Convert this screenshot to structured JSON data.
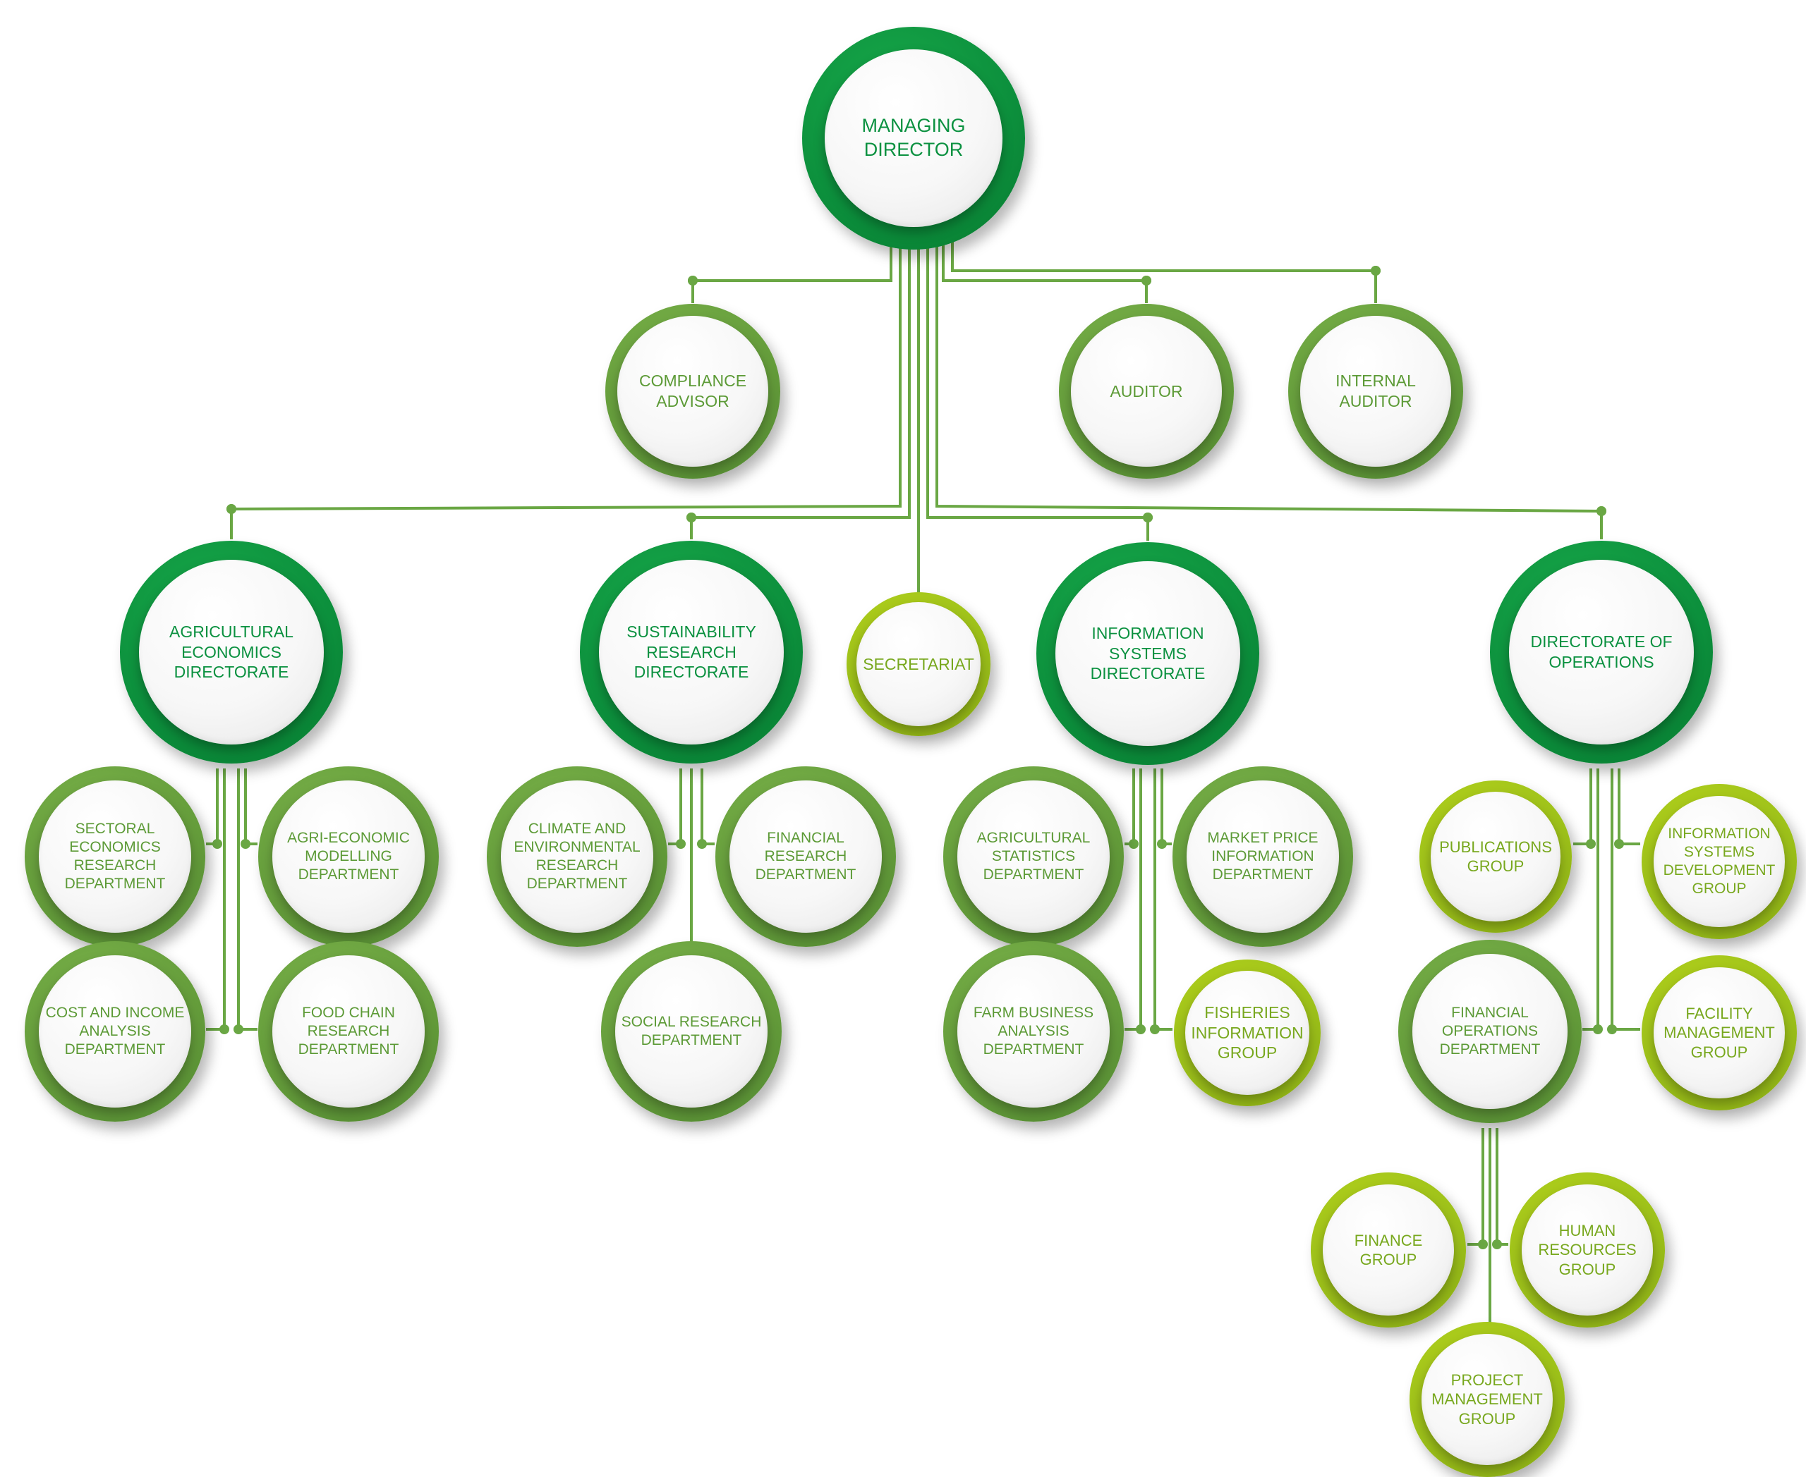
{
  "colors": {
    "line": "#6aa744",
    "dark_green": "#0c8f3c",
    "mid_green": "#659d3b",
    "light_green": "#9dc11a"
  },
  "nodes": [
    {
      "id": "managing-director",
      "label": "MANAGING DIRECTOR",
      "tone": "dark"
    },
    {
      "id": "compliance-advisor",
      "label": "COMPLIANCE ADVISOR",
      "tone": "mid"
    },
    {
      "id": "auditor",
      "label": "AUDITOR",
      "tone": "mid"
    },
    {
      "id": "internal-auditor",
      "label": "INTERNAL AUDITOR",
      "tone": "mid"
    },
    {
      "id": "agricultural-economics-directorate",
      "label": "AGRICULTURAL ECONOMICS DIRECTORATE",
      "tone": "dark"
    },
    {
      "id": "sustainability-research-directorate",
      "label": "SUSTAINABILITY RESEARCH DIRECTORATE",
      "tone": "dark"
    },
    {
      "id": "secretariat",
      "label": "SECRETARIAT",
      "tone": "light"
    },
    {
      "id": "information-systems-directorate",
      "label": "INFORMATION SYSTEMS DIRECTORATE",
      "tone": "dark"
    },
    {
      "id": "directorate-of-operations",
      "label": "DIRECTORATE OF OPERATIONS",
      "tone": "dark"
    },
    {
      "id": "sectoral-economics-research-department",
      "label": "SECTORAL ECONOMICS RESEARCH DEPARTMENT",
      "tone": "mid"
    },
    {
      "id": "agri-economic-modelling-department",
      "label": "AGRI-ECONOMIC MODELLING DEPARTMENT",
      "tone": "mid"
    },
    {
      "id": "cost-and-income-analysis-department",
      "label": "COST AND INCOME ANALYSIS DEPARTMENT",
      "tone": "mid"
    },
    {
      "id": "food-chain-research-department",
      "label": "FOOD CHAIN RESEARCH DEPARTMENT",
      "tone": "mid"
    },
    {
      "id": "climate-and-environmental-research-department",
      "label": "CLIMATE AND ENVIRONMENTAL RESEARCH DEPARTMENT",
      "tone": "mid"
    },
    {
      "id": "financial-research-department",
      "label": "FINANCIAL RESEARCH DEPARTMENT",
      "tone": "mid"
    },
    {
      "id": "social-research-department",
      "label": "SOCIAL RESEARCH DEPARTMENT",
      "tone": "mid"
    },
    {
      "id": "agricultural-statistics-department",
      "label": "AGRICULTURAL STATISTICS DEPARTMENT",
      "tone": "mid"
    },
    {
      "id": "market-price-information-department",
      "label": "MARKET PRICE INFORMATION DEPARTMENT",
      "tone": "mid"
    },
    {
      "id": "farm-business-analysis-department",
      "label": "FARM BUSINESS ANALYSIS DEPARTMENT",
      "tone": "mid"
    },
    {
      "id": "fisheries-information-group",
      "label": "FISHERIES INFORMATION GROUP",
      "tone": "light"
    },
    {
      "id": "publications-group",
      "label": "PUBLICATIONS GROUP",
      "tone": "light"
    },
    {
      "id": "information-systems-development-group",
      "label": "INFORMATION SYSTEMS DEVELOPMENT GROUP",
      "tone": "light"
    },
    {
      "id": "financial-operations-department",
      "label": "FINANCIAL OPERATIONS DEPARTMENT",
      "tone": "mid"
    },
    {
      "id": "facility-management-group",
      "label": "FACILITY MANAGEMENT GROUP",
      "tone": "light"
    },
    {
      "id": "finance-group",
      "label": "FINANCE GROUP",
      "tone": "light"
    },
    {
      "id": "human-resources-group",
      "label": "HUMAN RESOURCES GROUP",
      "tone": "light"
    },
    {
      "id": "project-management-group",
      "label": "PROJECT MANAGEMENT GROUP",
      "tone": "light"
    }
  ],
  "edges": [
    {
      "from": "managing-director",
      "to": "compliance-advisor"
    },
    {
      "from": "managing-director",
      "to": "auditor"
    },
    {
      "from": "managing-director",
      "to": "internal-auditor"
    },
    {
      "from": "managing-director",
      "to": "agricultural-economics-directorate"
    },
    {
      "from": "managing-director",
      "to": "sustainability-research-directorate"
    },
    {
      "from": "managing-director",
      "to": "secretariat"
    },
    {
      "from": "managing-director",
      "to": "information-systems-directorate"
    },
    {
      "from": "managing-director",
      "to": "directorate-of-operations"
    },
    {
      "from": "agricultural-economics-directorate",
      "to": "sectoral-economics-research-department"
    },
    {
      "from": "agricultural-economics-directorate",
      "to": "agri-economic-modelling-department"
    },
    {
      "from": "agricultural-economics-directorate",
      "to": "cost-and-income-analysis-department"
    },
    {
      "from": "agricultural-economics-directorate",
      "to": "food-chain-research-department"
    },
    {
      "from": "sustainability-research-directorate",
      "to": "climate-and-environmental-research-department"
    },
    {
      "from": "sustainability-research-directorate",
      "to": "financial-research-department"
    },
    {
      "from": "sustainability-research-directorate",
      "to": "social-research-department"
    },
    {
      "from": "information-systems-directorate",
      "to": "agricultural-statistics-department"
    },
    {
      "from": "information-systems-directorate",
      "to": "market-price-information-department"
    },
    {
      "from": "information-systems-directorate",
      "to": "farm-business-analysis-department"
    },
    {
      "from": "information-systems-directorate",
      "to": "fisheries-information-group"
    },
    {
      "from": "directorate-of-operations",
      "to": "publications-group"
    },
    {
      "from": "directorate-of-operations",
      "to": "information-systems-development-group"
    },
    {
      "from": "directorate-of-operations",
      "to": "financial-operations-department"
    },
    {
      "from": "directorate-of-operations",
      "to": "facility-management-group"
    },
    {
      "from": "financial-operations-department",
      "to": "finance-group"
    },
    {
      "from": "financial-operations-department",
      "to": "human-resources-group"
    },
    {
      "from": "financial-operations-department",
      "to": "project-management-group"
    }
  ]
}
